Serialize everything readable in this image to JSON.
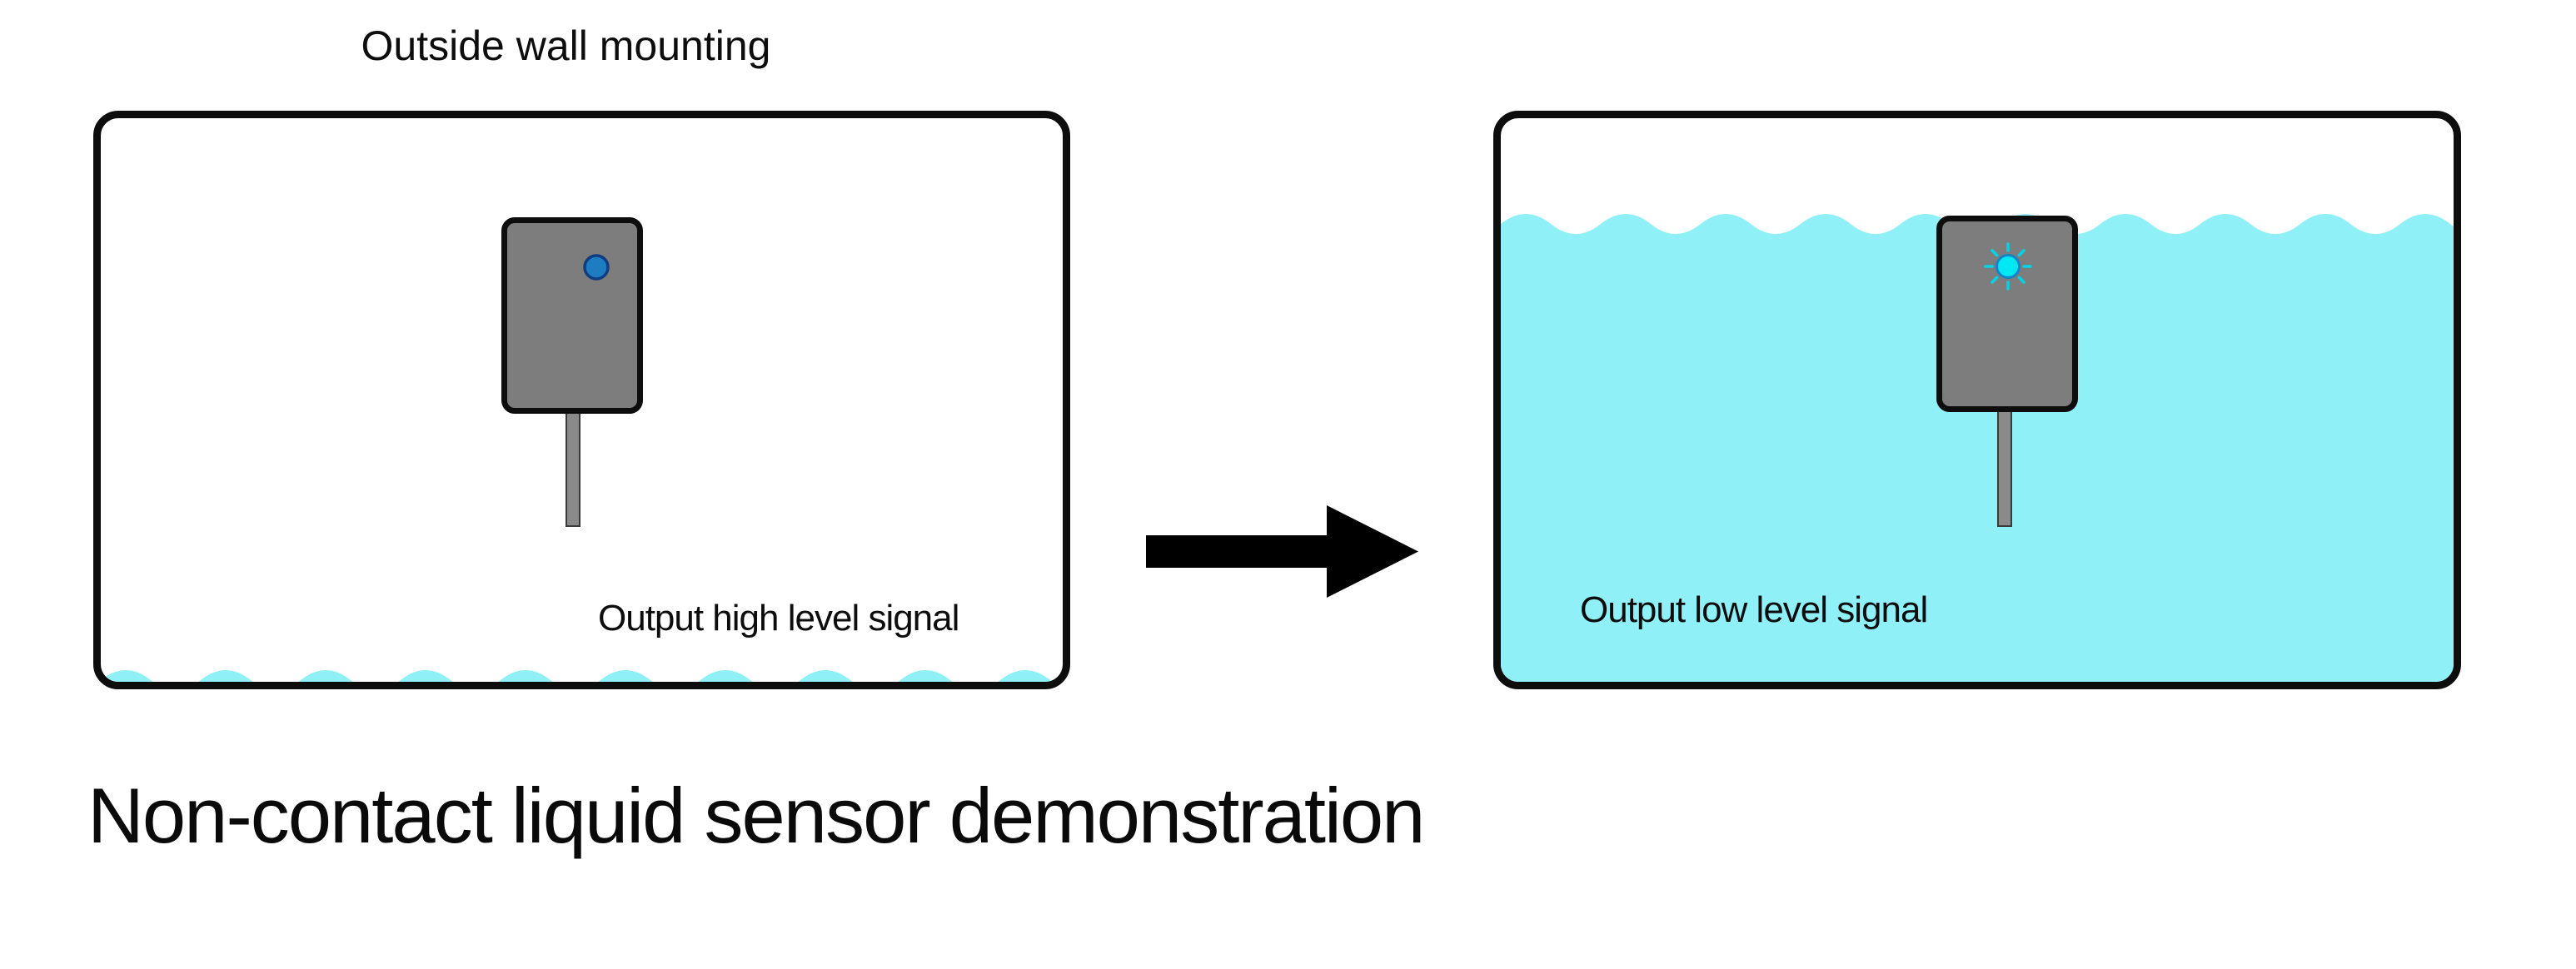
{
  "caption": "Non-contact liquid sensor demonstration",
  "left_panel": {
    "label": "Outside wall mounting",
    "signal_label": "Output high level signal",
    "water_level": "low",
    "led_state": "off"
  },
  "right_panel": {
    "signal_label": "Output low level signal",
    "water_level": "high",
    "led_state": "on"
  },
  "colors": {
    "water": "#8ff0f8",
    "sensor_body": "#7d7d7d",
    "sensor_stem": "#8a8a8a",
    "outline": "#0d0d0d",
    "led_off_fill": "#1e7cc0",
    "led_off_stroke": "#0f3e80",
    "led_on_fill": "#00e8f4",
    "led_on_stroke": "#1583c8",
    "led_ray": "#00d5e8",
    "arrow": "#000000",
    "text": "#0d0d0d"
  },
  "icons": {
    "arrow": "right-arrow-icon",
    "led_off": "led-indicator-off-icon",
    "led_on": "led-indicator-glowing-icon",
    "water": "water-wave-shape"
  }
}
